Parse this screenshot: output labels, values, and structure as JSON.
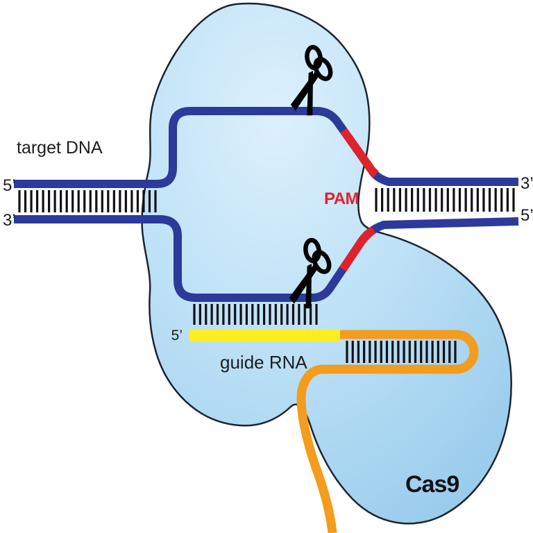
{
  "figure": {
    "type": "CRISPR-Cas9 gene editing mechanism diagram",
    "labels": {
      "target_dna": "target DNA",
      "left_top_prime": "5’",
      "left_bottom_prime": "3’",
      "right_top_prime": "3’",
      "right_bottom_prime": "5’",
      "pam": "PAM",
      "guide_five_prime": "5’",
      "guide_rna": "guide RNA",
      "cas9": "Cas9"
    },
    "icons": [
      "scissors-icon-upper",
      "scissors-icon-lower"
    ],
    "base_pairing": {
      "left_duplex_ticks": 24,
      "right_duplex_ticks": 24,
      "guide_target_ticks": 22,
      "scaffold_hairpin_ticks": 20
    },
    "colors": {
      "dna_strand": "#2b3a9b",
      "pam_segment": "#e0222a",
      "pam_text": "#e0222a",
      "guide_rna_seed": "#fdee21",
      "guide_rna_scaffold": "#f39c1d",
      "protein_fill_light": "#d9effc",
      "protein_fill_dark": "#a7d4f0",
      "protein_outline": "#1b2430",
      "basepair_tick": "#101014",
      "scissors": "#000000",
      "text": "#1d1d20",
      "background": "#ffffff"
    }
  }
}
